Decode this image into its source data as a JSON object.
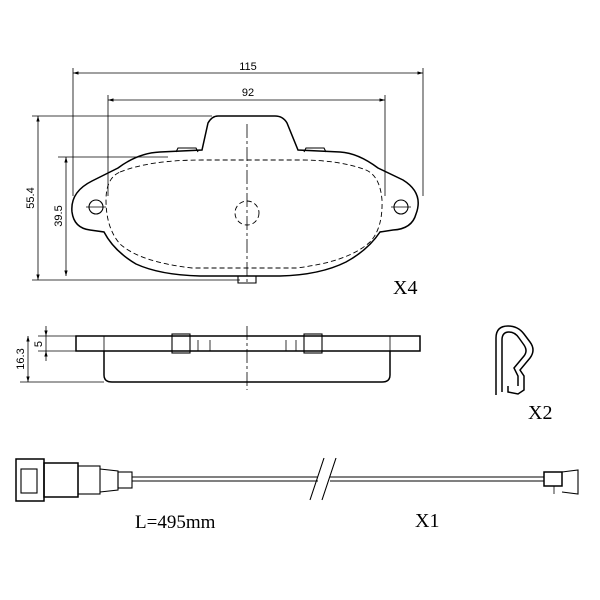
{
  "dimensions": {
    "overall_width": "115",
    "hole_spacing": "92",
    "overall_height": "55.4",
    "inner_height": "39.5",
    "total_thickness": "16.3",
    "backplate_thickness": "5"
  },
  "labels": {
    "pad_quantity": "X4",
    "clip_quantity": "X2",
    "sensor_quantity": "X1",
    "sensor_length": "L=495mm"
  }
}
